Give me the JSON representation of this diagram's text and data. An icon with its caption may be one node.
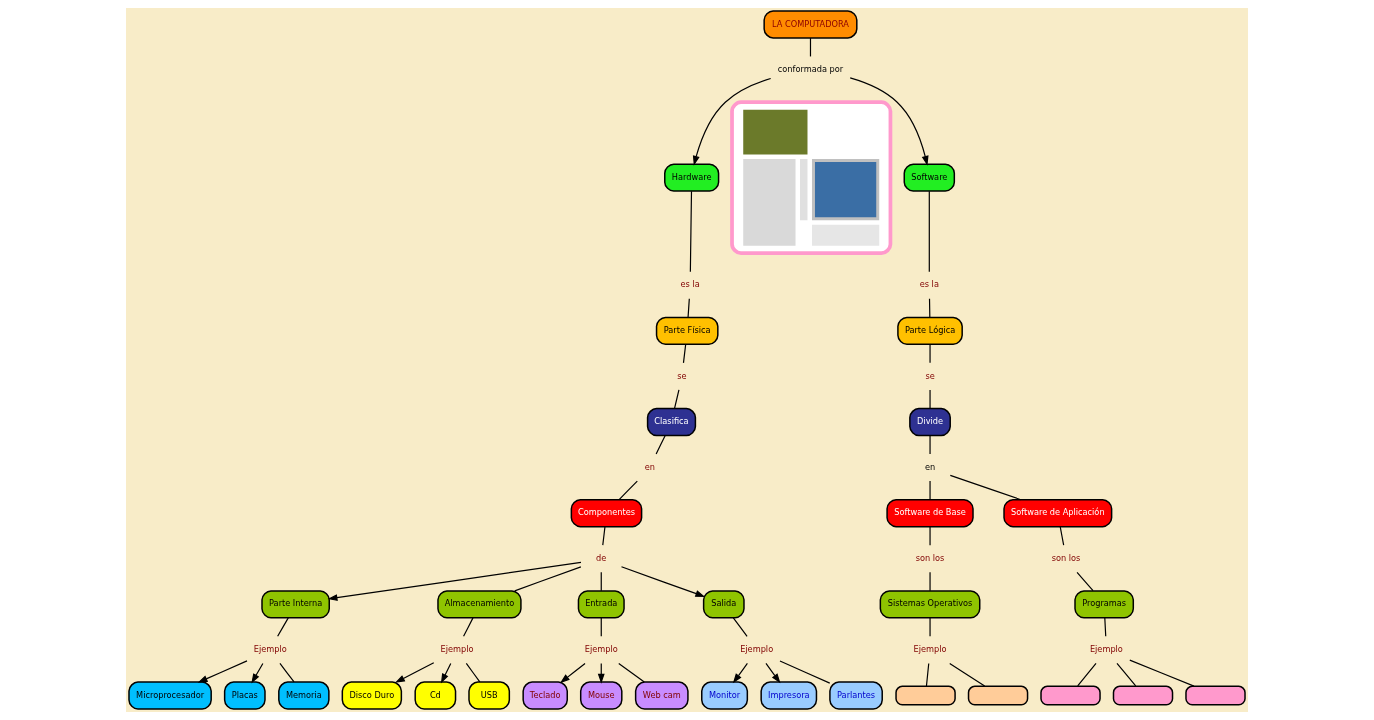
{
  "diagram": {
    "nodes": [
      {
        "text": [
          "LA COMPUTADORA"
        ]
      },
      {
        "text": [
          "conformada por"
        ]
      },
      {
        "text": [
          "Hardware"
        ]
      },
      {
        "text": [],
        "shape": "picture"
      },
      {
        "text": [
          "Software"
        ]
      },
      {
        "text": [
          "es la"
        ]
      },
      {
        "text": [
          "Parte Física"
        ]
      },
      {
        "text": [
          "se"
        ]
      },
      {
        "text": [
          "Clasifica"
        ]
      },
      {
        "text": [
          "en"
        ]
      },
      {
        "text": [
          "Componentes"
        ]
      },
      {
        "text": [
          "de"
        ]
      },
      {
        "text": [
          "Parte Interna"
        ]
      },
      {
        "text": [
          "Almacenamiento"
        ]
      },
      {
        "text": [
          "Entrada"
        ]
      },
      {
        "text": [
          "Salida"
        ]
      },
      {
        "text": [
          "Ejemplo"
        ]
      },
      {
        "text": [
          "Microprocesador"
        ]
      },
      {
        "text": [
          "Placas"
        ]
      },
      {
        "text": [
          "Memoria"
        ]
      },
      {
        "text": [
          "Ejemplo"
        ]
      },
      {
        "text": [
          "Disco Duro"
        ]
      },
      {
        "text": [
          "Cd"
        ]
      },
      {
        "text": [
          "USB"
        ]
      },
      {
        "text": [
          "Ejemplo"
        ]
      },
      {
        "text": [
          "Teclado"
        ]
      },
      {
        "text": [
          "Mouse"
        ]
      },
      {
        "text": [
          "Web cam"
        ]
      },
      {
        "text": [
          "Ejemplo"
        ]
      },
      {
        "text": [
          "Monitor"
        ]
      },
      {
        "text": [
          "Impresora"
        ]
      },
      {
        "text": [
          "Parlantes"
        ]
      },
      {
        "text": [
          "es la"
        ]
      },
      {
        "text": [
          "Parte Lógica"
        ]
      },
      {
        "text": [
          "se"
        ]
      },
      {
        "text": [
          "Divide"
        ]
      },
      {
        "text": [
          "en"
        ]
      },
      {
        "text": [
          "Software de Base"
        ]
      },
      {
        "text": [
          "Software de Aplicación"
        ]
      },
      {
        "text": [
          "son los"
        ]
      },
      {
        "text": [
          "son los"
        ]
      },
      {
        "text": [
          "Sistemas Operativos"
        ]
      },
      {
        "text": [
          "Programas"
        ]
      },
      {
        "text": [
          "Ejemplo"
        ]
      },
      {
        "text": [
          "Ejemplo"
        ]
      },
      {
        "text": [],
        "shape": "box"
      },
      {
        "text": [],
        "shape": "box"
      },
      {
        "text": [],
        "shape": "box"
      },
      {
        "text": [],
        "shape": "box"
      },
      {
        "text": [],
        "shape": "box"
      }
    ],
    "edges": [
      {
        "from": 0,
        "to": 1,
        "arrow": "none"
      },
      {
        "from": 1,
        "to": 2,
        "arrow": "to"
      },
      {
        "from": 1,
        "to": 4,
        "arrow": "to"
      },
      {
        "from": 2,
        "to": 5,
        "arrow": "none"
      },
      {
        "from": 5,
        "to": 6,
        "arrow": "none"
      },
      {
        "from": 6,
        "to": 7,
        "arrow": "none"
      },
      {
        "from": 7,
        "to": 8,
        "arrow": "none"
      },
      {
        "from": 8,
        "to": 9,
        "arrow": "none"
      },
      {
        "from": 9,
        "to": 10,
        "arrow": "none"
      },
      {
        "from": 10,
        "to": 11,
        "arrow": "none"
      },
      {
        "from": 11,
        "to": 12,
        "arrow": "to"
      },
      {
        "from": 11,
        "to": 13,
        "arrow": "none"
      },
      {
        "from": 11,
        "to": 14,
        "arrow": "none"
      },
      {
        "from": 11,
        "to": 15,
        "arrow": "to"
      },
      {
        "from": 12,
        "to": 16,
        "arrow": "none"
      },
      {
        "from": 16,
        "to": 17,
        "arrow": "to"
      },
      {
        "from": 16,
        "to": 18,
        "arrow": "to"
      },
      {
        "from": 16,
        "to": 19,
        "arrow": "none"
      },
      {
        "from": 13,
        "to": 20,
        "arrow": "none"
      },
      {
        "from": 20,
        "to": 21,
        "arrow": "to"
      },
      {
        "from": 20,
        "to": 22,
        "arrow": "to"
      },
      {
        "from": 20,
        "to": 23,
        "arrow": "none"
      },
      {
        "from": 14,
        "to": 24,
        "arrow": "none"
      },
      {
        "from": 24,
        "to": 25,
        "arrow": "to"
      },
      {
        "from": 24,
        "to": 26,
        "arrow": "to"
      },
      {
        "from": 24,
        "to": 27,
        "arrow": "none"
      },
      {
        "from": 15,
        "to": 28,
        "arrow": "none"
      },
      {
        "from": 28,
        "to": 29,
        "arrow": "to"
      },
      {
        "from": 28,
        "to": 30,
        "arrow": "to"
      },
      {
        "from": 28,
        "to": 31,
        "arrow": "none"
      },
      {
        "from": 4,
        "to": 32,
        "arrow": "none"
      },
      {
        "from": 32,
        "to": 33,
        "arrow": "none"
      },
      {
        "from": 33,
        "to": 34,
        "arrow": "none"
      },
      {
        "from": 34,
        "to": 35,
        "arrow": "none"
      },
      {
        "from": 35,
        "to": 36,
        "arrow": "none"
      },
      {
        "from": 36,
        "to": 37,
        "arrow": "none"
      },
      {
        "from": 36,
        "to": 38,
        "arrow": "none"
      },
      {
        "from": 37,
        "to": 39,
        "arrow": "none"
      },
      {
        "from": 38,
        "to": 40,
        "arrow": "none"
      },
      {
        "from": 39,
        "to": 41,
        "arrow": "none"
      },
      {
        "from": 40,
        "to": 42,
        "arrow": "none"
      },
      {
        "from": 41,
        "to": 43,
        "arrow": "none"
      },
      {
        "from": 42,
        "to": 44,
        "arrow": "none"
      },
      {
        "from": 43,
        "to": 45,
        "arrow": "none"
      },
      {
        "from": 43,
        "to": 46,
        "arrow": "none"
      },
      {
        "from": 44,
        "to": 47,
        "arrow": "none"
      },
      {
        "from": 44,
        "to": 48,
        "arrow": "none"
      },
      {
        "from": 44,
        "to": 49,
        "arrow": "none"
      }
    ]
  }
}
